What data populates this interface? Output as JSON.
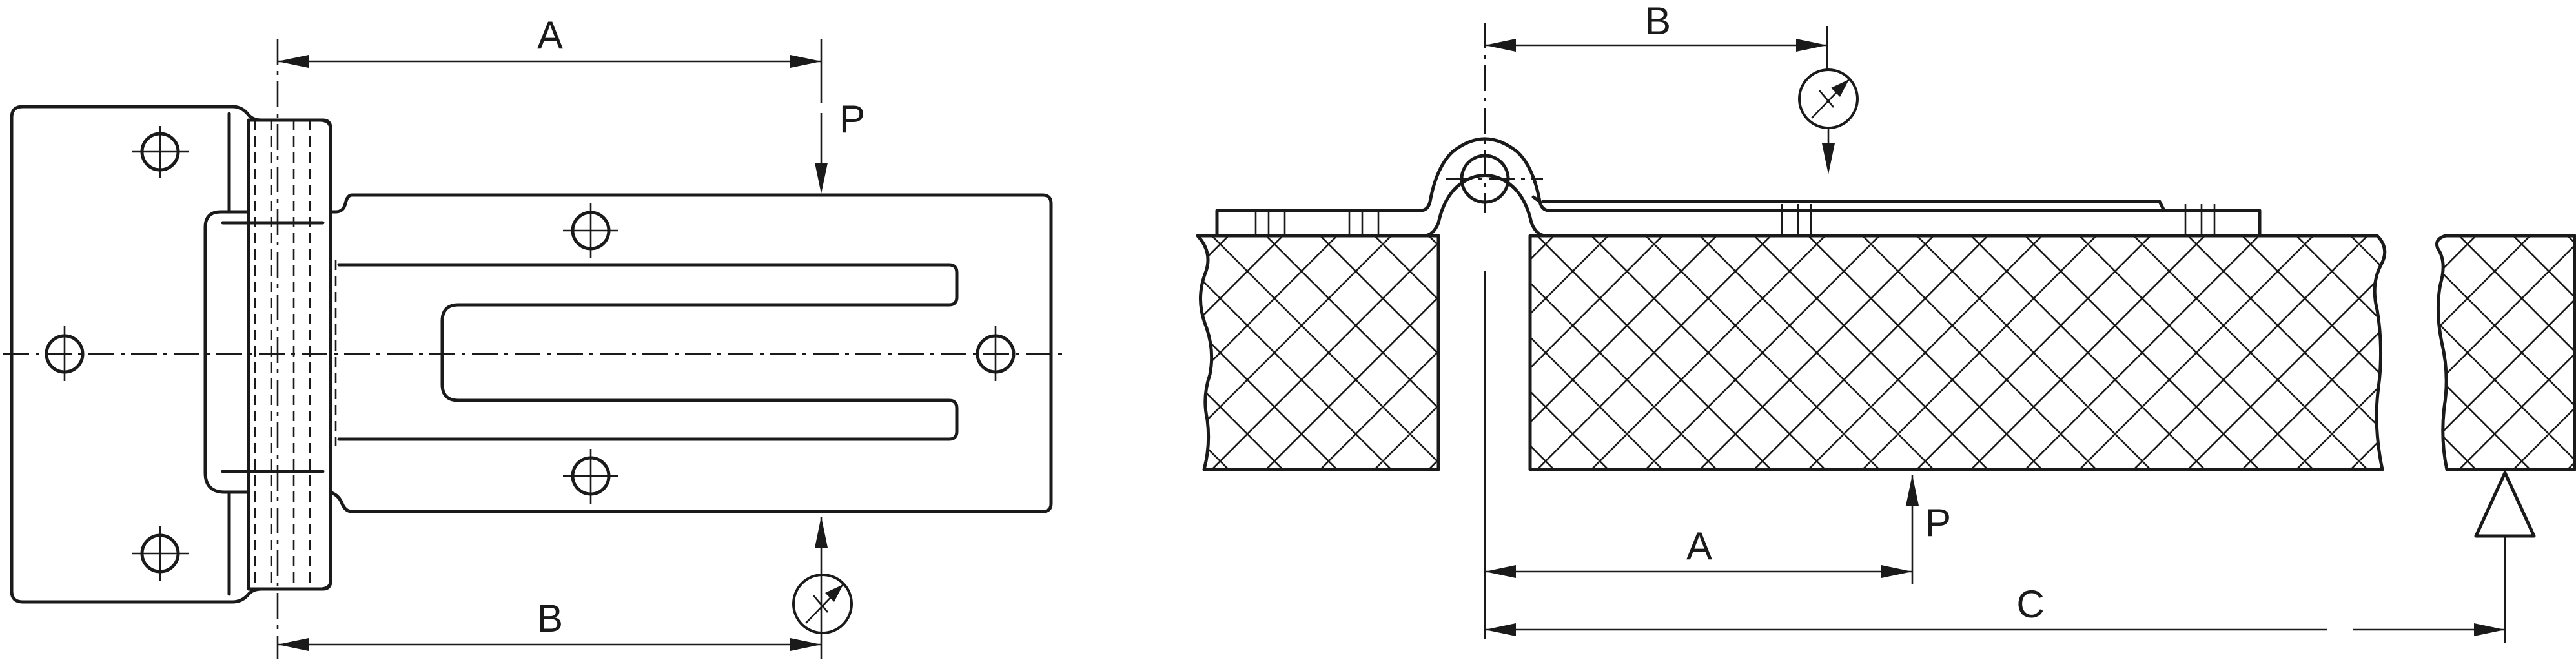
{
  "left_view": {
    "dim_a": "A",
    "dim_b": "B",
    "load": "P"
  },
  "right_view": {
    "dim_a": "A",
    "dim_b": "B",
    "dim_c": "C",
    "load": "P"
  }
}
